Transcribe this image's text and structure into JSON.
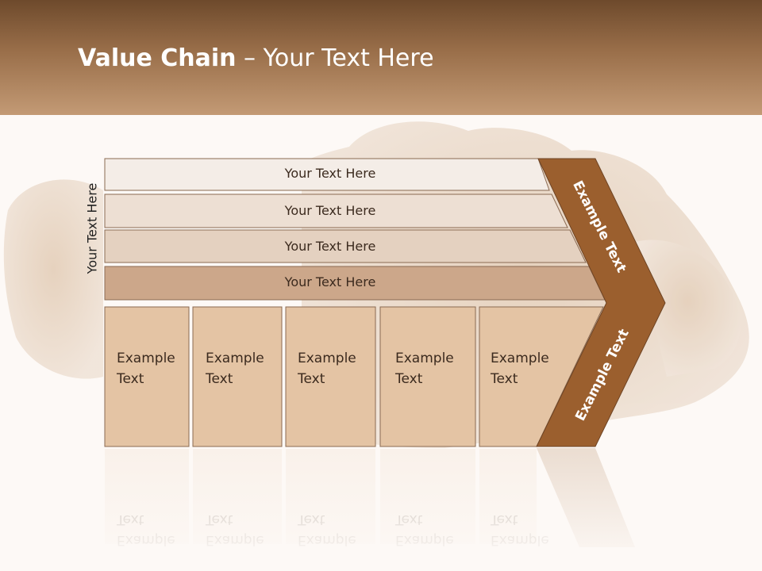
{
  "slide": {
    "title_bold": "Value Chain",
    "title_rest": " – Your Text Here",
    "side_label": "Your Text Here",
    "bars": [
      "Your Text Here",
      "Your Text Here",
      "Your Text Here",
      "Your Text Here"
    ],
    "columns": [
      "Example\nText",
      "Example\nText",
      "Example\nText",
      "Example\nText",
      "Example\nText"
    ],
    "chevron_top_label": "Example Text",
    "chevron_bottom_label": "Example Text"
  },
  "colors": {
    "header_dark": "#6e4a2c",
    "bar_1": "#f4ede7",
    "bar_2": "#eddfd3",
    "bar_3": "#e4d1c0",
    "bar_4": "#cca78a",
    "column_fill": "#e4c4a4",
    "chevron": "#9b5f2e"
  }
}
